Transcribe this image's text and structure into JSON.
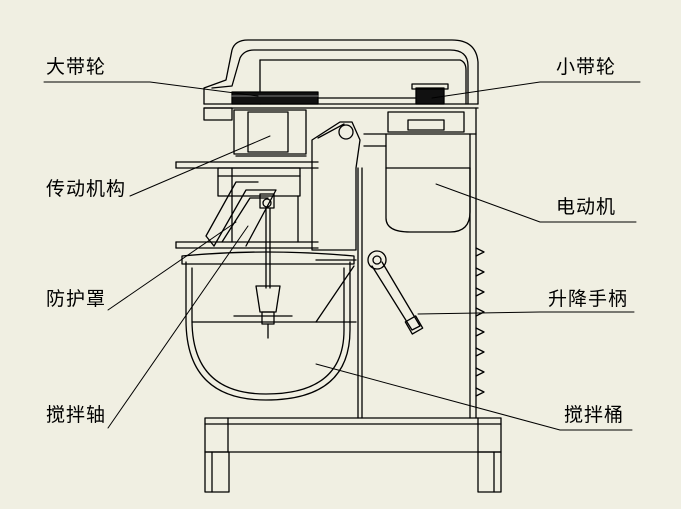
{
  "labels": {
    "large_pulley": "大带轮",
    "small_pulley": "小带轮",
    "transmission": "传动机构",
    "motor": "电动机",
    "guard": "防护罩",
    "lift_handle": "升降手柄",
    "stir_shaft": "搅拌轴",
    "stir_bowl": "搅拌桶"
  },
  "colors": {
    "background": "#f0efe2",
    "line": "#000000",
    "pulley_fill": "#111111"
  }
}
